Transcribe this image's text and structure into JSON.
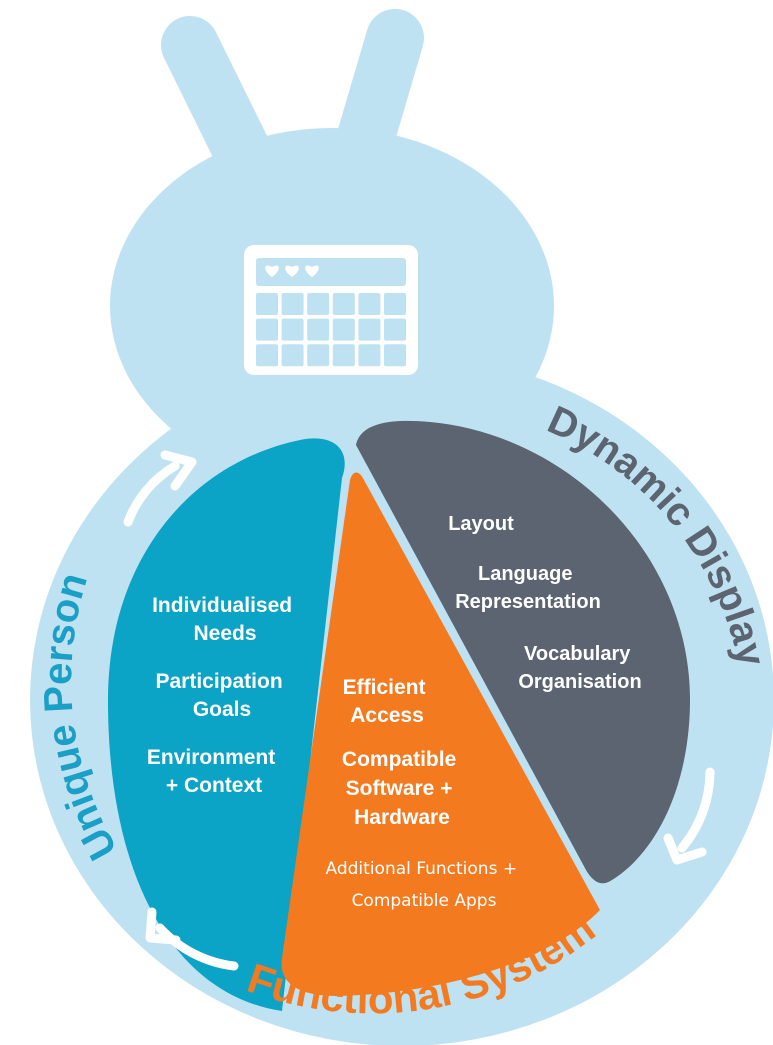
{
  "arc_labels": {
    "unique_person": "Unique Person",
    "dynamic_display": "Dynamic Display",
    "functional_system": "Functional System"
  },
  "segments": {
    "unique_person": {
      "items": [
        [
          "Individualised",
          "Needs"
        ],
        [
          "Participation",
          "Goals"
        ],
        [
          "Environment",
          "+ Context"
        ]
      ]
    },
    "functional_system": {
      "items": [
        [
          "Efficient",
          "Access"
        ],
        [
          "Compatible",
          "Software +",
          "Hardware"
        ],
        [
          "Additional Functions +",
          "Compatible Apps"
        ]
      ]
    },
    "dynamic_display": {
      "items": [
        [
          "Layout"
        ],
        [
          "Language",
          "Representation"
        ],
        [
          "Vocabulary",
          "Organisation"
        ]
      ]
    }
  },
  "device": {
    "icon": "aac-device-grid-icon",
    "hearts": 3,
    "grid_rows": 3,
    "grid_cols": 6
  },
  "colors": {
    "background_shape": "#bfe2f3",
    "unique_person": "#0ba3c6",
    "functional_system": "#f47a20",
    "dynamic_display": "#5b6470",
    "unique_person_label": "#1a9fc6",
    "dynamic_display_label": "#5b6470",
    "functional_system_label": "#f47a20",
    "arrow": "#ffffff"
  }
}
